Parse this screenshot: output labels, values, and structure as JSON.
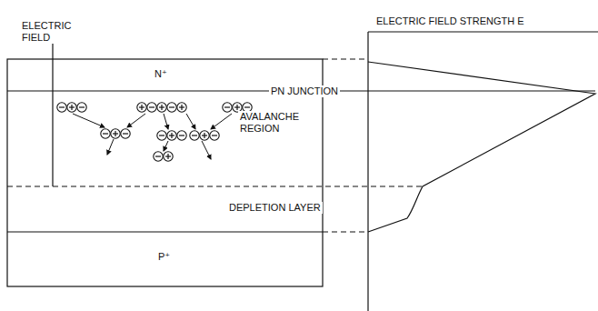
{
  "diagram": {
    "labels": [
      "ELECTRIC FIELD",
      "N⁺",
      "PN JUNCTION",
      "AVALANCHE REGION",
      "DEPLETION LAYER",
      "P⁺",
      "ELECTRIC FIELD STRENGTH E"
    ]
  }
}
